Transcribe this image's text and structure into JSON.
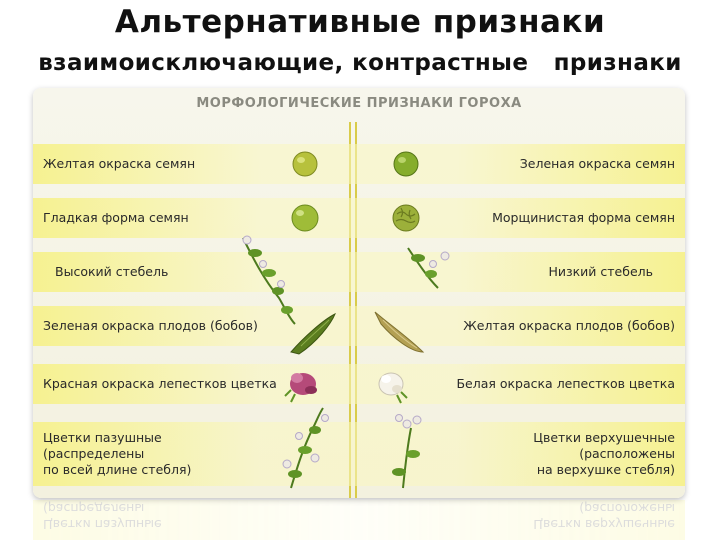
{
  "header": {
    "title": "Альтернативные признаки",
    "subtitle": "взаимоисключающие, контрастные   признаки"
  },
  "panel": {
    "title": "МОРФОЛОГИЧЕСКИЕ ПРИЗНАКИ ГОРОХА",
    "rows": [
      {
        "left": "Желтая окраска семян",
        "right": "Зеленая окраска семян"
      },
      {
        "left": "Гладкая форма семян",
        "right": "Морщинистая форма семян"
      },
      {
        "left": "Высокий стебель",
        "right": "Низкий стебель"
      },
      {
        "left": "Зеленая окраска плодов (бобов)",
        "right": "Желтая окраска плодов (бобов)"
      },
      {
        "left": "Красная окраска лепестков цветка",
        "right": "Белая окраска лепестков цветка"
      },
      {
        "left": "Цветки пазушные\n(распределены\nпо всей длине стебля)",
        "right": "Цветки верхушечные\n(расположены\nна верхушке стебля)"
      }
    ]
  },
  "colors": {
    "seed_yellow": "#b8c23a",
    "seed_green": "#7fa82a",
    "pod_green": "#5d7a1e",
    "pod_yellow": "#b5a04a",
    "flower_red": "#b04a78",
    "flower_white": "#f4f0e6"
  }
}
